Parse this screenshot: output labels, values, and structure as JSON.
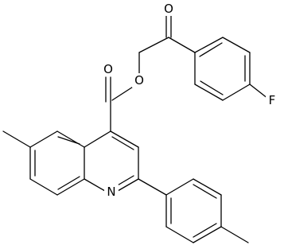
{
  "molecule": {
    "atoms": {
      "oxygen_carbonyl_ketone": "O",
      "oxygen_ester_link": "O",
      "oxygen_carbonyl_ester": "O",
      "fluorine": "F",
      "nitrogen": "N"
    },
    "colors": {
      "bond": "#000000",
      "label": "#000000",
      "background": "#ffffff"
    }
  }
}
